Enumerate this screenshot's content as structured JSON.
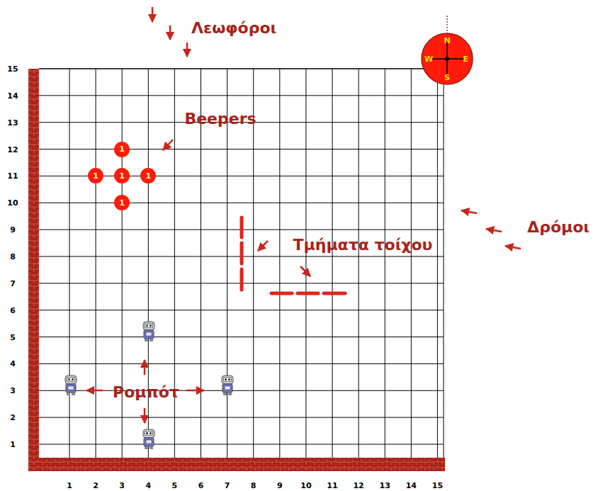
{
  "diagram": {
    "nodes": [
      {
        "text": [
          "1"
        ]
      },
      {
        "text": [
          "1"
        ]
      },
      {
        "text": [
          "1"
        ]
      },
      {
        "text": [
          "1"
        ]
      },
      {
        "text": [
          "1"
        ]
      },
      {
        "text": [
          "N",
          "E",
          "S",
          "W"
        ]
      }
    ],
    "labels": [
      "Λεωφόροι",
      "Beepers",
      "Τμήματα τοίχου",
      "Δρόμοι",
      "Ρομπότ",
      "15",
      "14",
      "13",
      "12",
      "11",
      "10",
      "9",
      "8",
      "7",
      "6",
      "5",
      "4",
      "3",
      "2",
      "1",
      "1",
      "2",
      "3",
      "4",
      "5",
      "6",
      "7",
      "8",
      "9",
      "10",
      "11",
      "12",
      "13",
      "14",
      "15"
    ]
  }
}
